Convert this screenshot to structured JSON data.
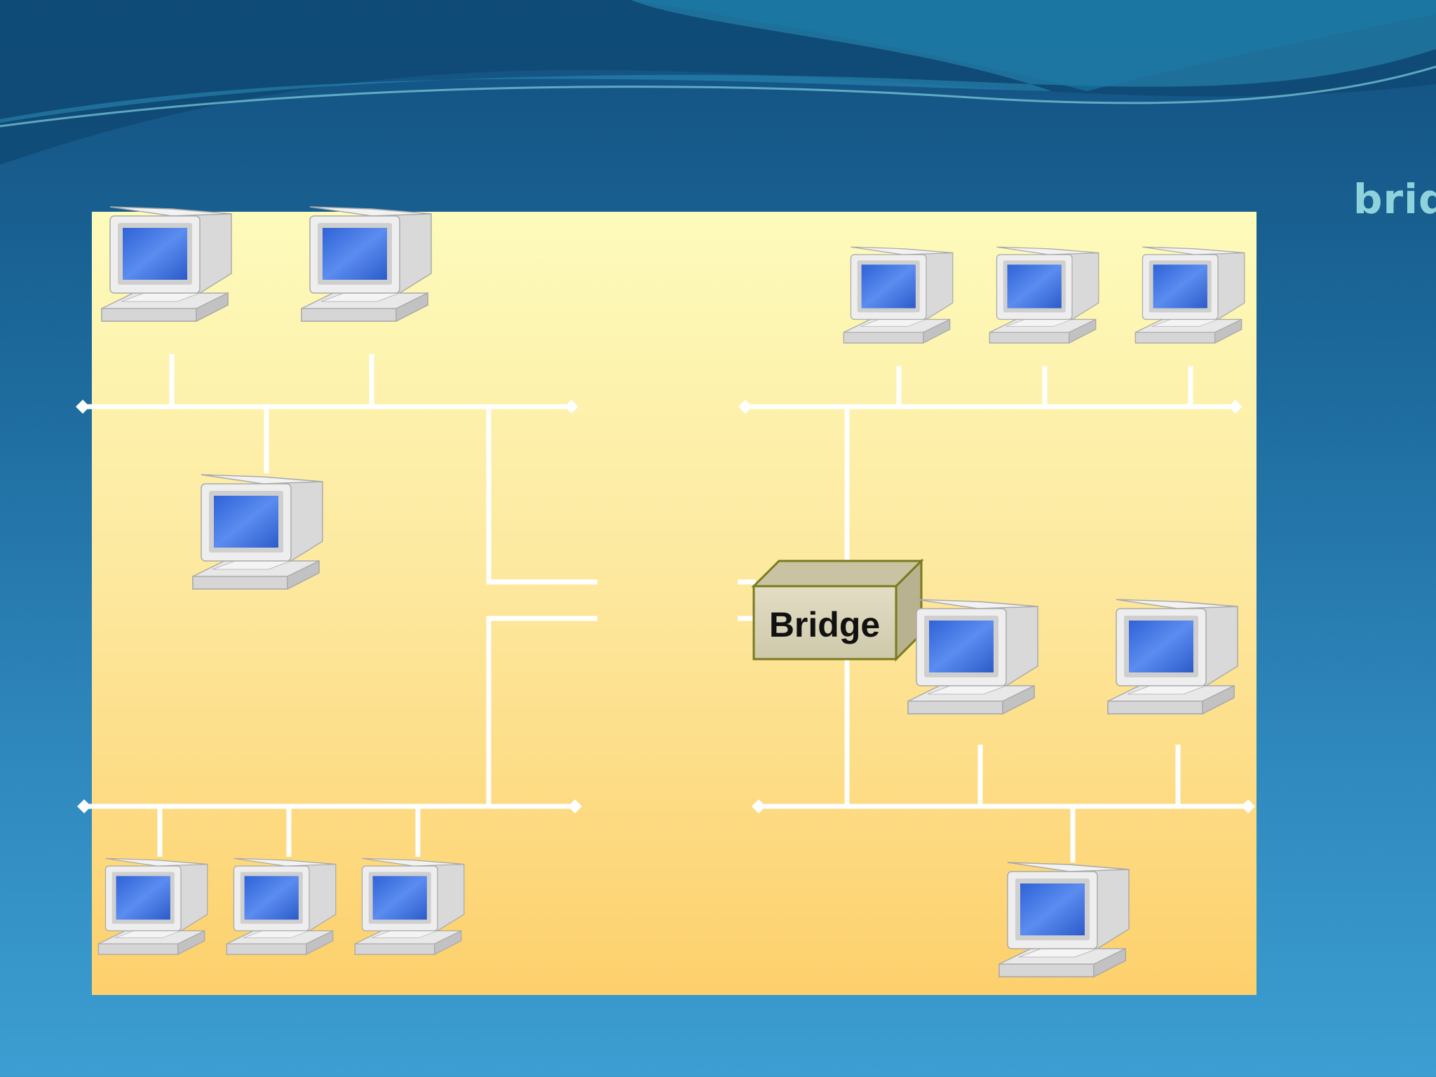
{
  "slide": {
    "title": "brid"
  },
  "diagram": {
    "bridge_label": "Bridge",
    "colors": {
      "cable": "#ffffff",
      "panel_top": "#fdfbbb",
      "panel_bottom": "#fdd06c",
      "bridge_face": "#d8d3b8",
      "bridge_border": "#7a7a1e",
      "screen": "#4a7ee6"
    },
    "segments": [
      {
        "name": "top-left-lan",
        "computers": 3
      },
      {
        "name": "bottom-left-lan",
        "computers": 3
      },
      {
        "name": "top-right-lan",
        "computers": 3
      },
      {
        "name": "bottom-right-lan",
        "computers": 3
      }
    ]
  }
}
